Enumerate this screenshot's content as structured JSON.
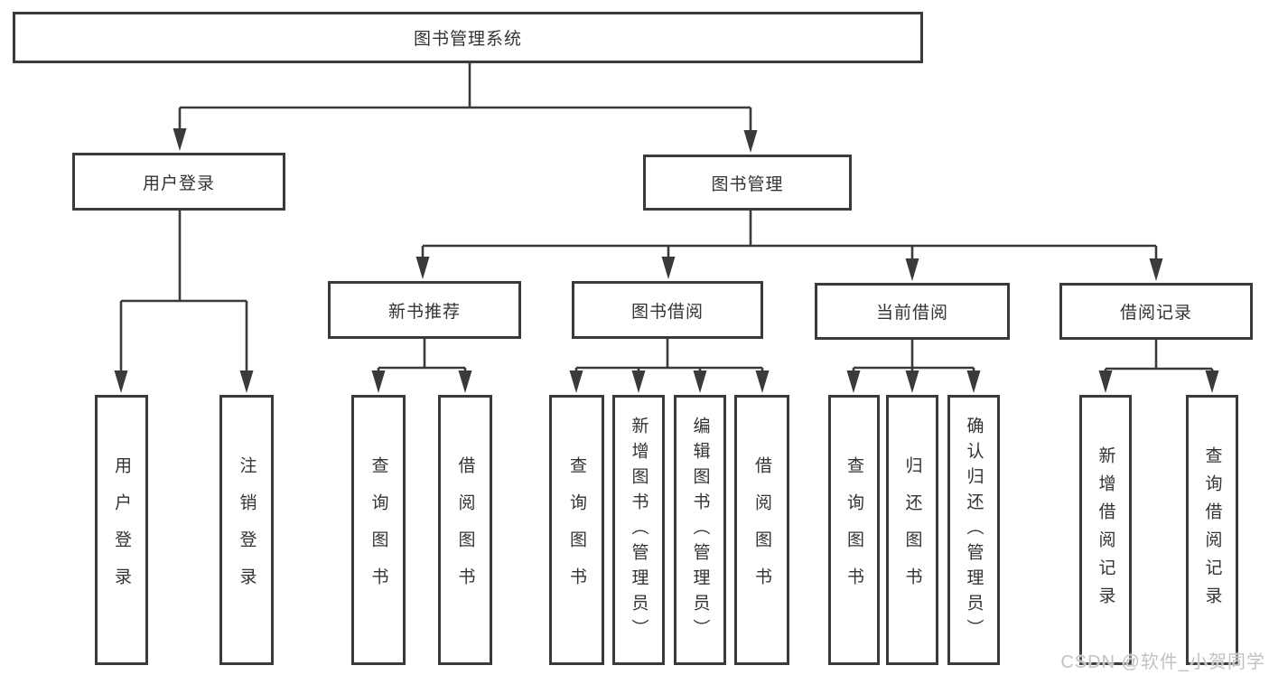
{
  "diagram_title": "图书管理系统",
  "colors": {
    "line": "#3a3a3a",
    "box_border": "#3a3a3a",
    "text": "#333333",
    "background": "#ffffff",
    "watermark": "#c2c2c2"
  },
  "nodes": {
    "root": {
      "label": "图书管理系统"
    },
    "user_login": {
      "label": "用户登录"
    },
    "book_mgmt": {
      "label": "图书管理"
    },
    "new_book_rec": {
      "label": "新书推荐"
    },
    "book_borrow": {
      "label": "图书借阅"
    },
    "current_borrow": {
      "label": "当前借阅"
    },
    "borrow_record": {
      "label": "借阅记录"
    },
    "leaves": [
      {
        "id": "user-login-leaf",
        "label": "用户登录",
        "parent": "用户登录"
      },
      {
        "id": "logout-leaf",
        "label": "注销登录",
        "parent": "用户登录"
      },
      {
        "id": "query-book-1",
        "label": "查询图书",
        "parent": "新书推荐"
      },
      {
        "id": "borrow-book-1",
        "label": "借阅图书",
        "parent": "新书推荐"
      },
      {
        "id": "query-book-2",
        "label": "查询图书",
        "parent": "图书借阅"
      },
      {
        "id": "add-book-admin",
        "label": "新增图书（管理员）",
        "parent": "图书借阅"
      },
      {
        "id": "edit-book-admin",
        "label": "编辑图书（管理员）",
        "parent": "图书借阅"
      },
      {
        "id": "borrow-book-2",
        "label": "借阅图书",
        "parent": "图书借阅"
      },
      {
        "id": "query-book-3",
        "label": "查询图书",
        "parent": "当前借阅"
      },
      {
        "id": "return-book",
        "label": "归还图书",
        "parent": "当前借阅"
      },
      {
        "id": "confirm-return-admin",
        "label": "确认归还（管理员）",
        "parent": "当前借阅"
      },
      {
        "id": "add-borrow-record",
        "label": "新增借阅记录",
        "parent": "借阅记录"
      },
      {
        "id": "query-borrow-record",
        "label": "查询借阅记录",
        "parent": "借阅记录"
      }
    ]
  },
  "watermark": {
    "text": "CSDN @软件_小贺同学"
  }
}
